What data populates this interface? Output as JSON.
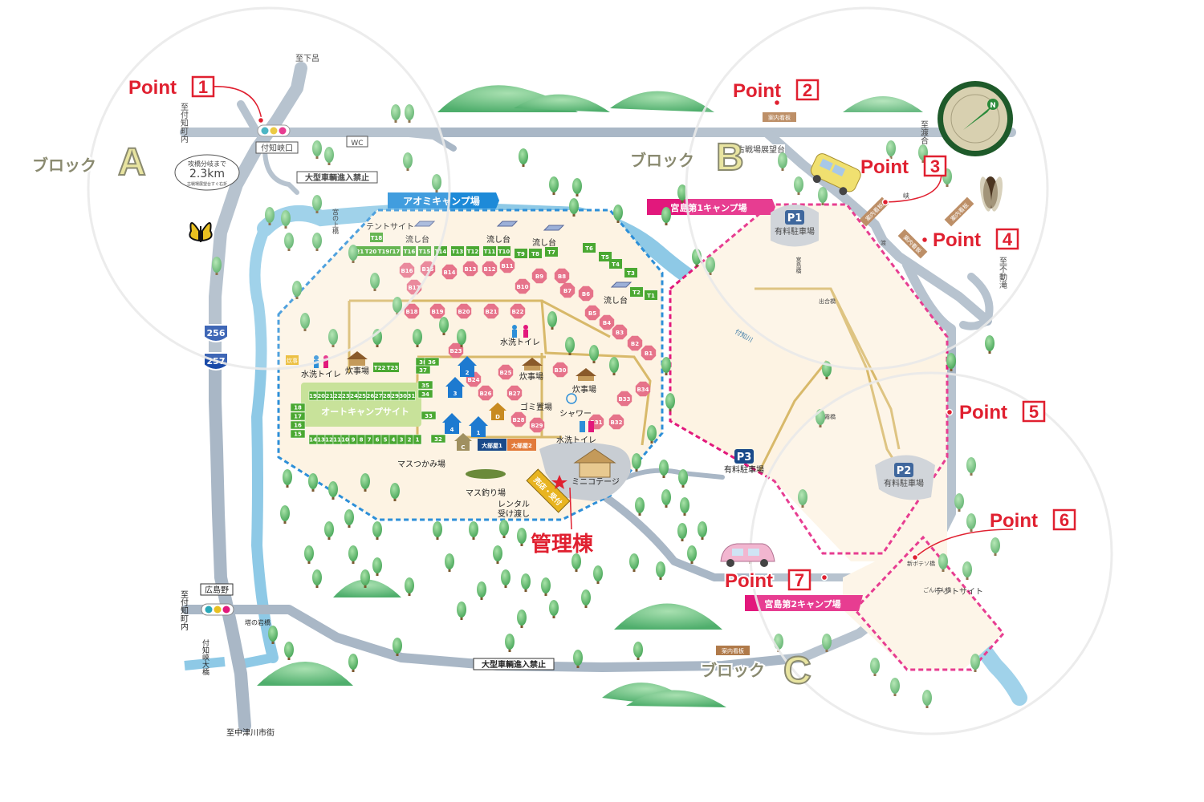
{
  "points": [
    {
      "label": "Point",
      "num": "1"
    },
    {
      "label": "Point",
      "num": "2"
    },
    {
      "label": "Point",
      "num": "3"
    },
    {
      "label": "Point",
      "num": "4"
    },
    {
      "label": "Point",
      "num": "5"
    },
    {
      "label": "Point",
      "num": "6"
    },
    {
      "label": "Point",
      "num": "7"
    }
  ],
  "blocks": [
    {
      "prefix": "ブロック",
      "letter": "A"
    },
    {
      "prefix": "ブロック",
      "letter": "B"
    },
    {
      "prefix": "ブロック",
      "letter": "C"
    }
  ],
  "camps": {
    "aomi": "アオミキャンプ場",
    "miyajima1": "宮島第1キャンプ場",
    "miyajima2": "宮島第2キャンプ場"
  },
  "admin": "管理棟",
  "autocamp": "オートキャンプサイト",
  "tentsite_top": "テントサイト",
  "tentsite_right": "テントサイト",
  "ministage": "ミニコテージ",
  "masu_catch": "マスつかみ場",
  "masu_fish": "マス釣り場",
  "rental": "レンタル",
  "rental2": "受け渡し",
  "shop": "売店・受付",
  "shower": "シャワー",
  "gomi": "ゴミ置場",
  "suisen1": "水洗トイレ",
  "suisen2": "水洗トイレ",
  "suisen3": "水洗トイレ",
  "suiji1": "炊事場",
  "suiji2": "炊事場",
  "suiji3": "炊事場",
  "nagashi1": "流し台",
  "nagashi2": "流し台",
  "nagashi3": "流し台",
  "nagashi4": "流し台",
  "daibeya1": "大部屋1",
  "daibeya2": "大部屋2",
  "kanko": "炊事",
  "parking": [
    {
      "code": "P1",
      "text": "有料駐車場"
    },
    {
      "code": "P2",
      "text": "有料駐車場"
    },
    {
      "code": "P3",
      "text": "有料駐車場"
    }
  ],
  "roads": {
    "to_shimoro": "至下呂",
    "to_tsukechi_top": "至付知町内",
    "to_tsukechi_bottom": "至付知町内",
    "to_nakatsugawa": "至中津川市街",
    "to_ura": "至渡合",
    "to_fudo": "至不動滝",
    "kouhou_line1": "攻橋分岐まで",
    "kouhou_km": "2.3km",
    "kouhou_line3": "古戦場展望台すぐ右折",
    "tsukechikyo_guchi": "付知峡口",
    "hiroshimano": "広島野",
    "no_large1": "大型車輌進入禁止",
    "no_large2": "大型車輌進入禁止",
    "miyanoue": "宮の上橋",
    "tonoiwa": "塔の岩橋",
    "tsukechi_ohashi": "付知峡大橋",
    "kosenjo": "古戦場展望台",
    "wc": "WC",
    "guide1": "案内看板",
    "guide2": "案内看板",
    "guide3": "案内看板",
    "guide4": "案内看板",
    "guide5": "案内看板",
    "tsukechi_river": "付知川",
    "r256": "256",
    "r257": "257",
    "bridge1": "宮島橋",
    "bridge2": "出合橋",
    "bridge3": "朝霧橋",
    "bridge4": "ごんげん橋",
    "bridge5": "新ボテソ橋",
    "watari": "渡",
    "kyo": "峡"
  },
  "b_sites": [
    "B1",
    "B2",
    "B3",
    "B4",
    "B5",
    "B6",
    "B7",
    "B8",
    "B9",
    "B10",
    "B11",
    "B12",
    "B13",
    "B14",
    "B15",
    "B16",
    "B17",
    "B18",
    "B19",
    "B20",
    "B21",
    "B22",
    "B23",
    "B24",
    "B25",
    "B26",
    "B27",
    "B28",
    "B29",
    "B30",
    "B31",
    "B32",
    "B33",
    "B34"
  ],
  "t_sites": [
    "T1",
    "T2",
    "T3",
    "T4",
    "T5",
    "T6",
    "T7",
    "T8",
    "T9",
    "T10",
    "T11",
    "T12",
    "T13",
    "T14",
    "T15",
    "T16",
    "T17",
    "T18",
    "T19",
    "T20",
    "T21",
    "T22",
    "T23"
  ],
  "auto_top": [
    "19",
    "20",
    "21",
    "22",
    "23",
    "24",
    "25",
    "26",
    "27",
    "28",
    "29",
    "30",
    "31"
  ],
  "auto_bottom": [
    "14",
    "13",
    "12",
    "11",
    "10",
    "9",
    "8",
    "7",
    "6",
    "5",
    "4",
    "3",
    "2",
    "1"
  ],
  "auto_left": [
    "18",
    "17",
    "16",
    "15"
  ],
  "auto_right": [
    "38",
    "37",
    "36",
    "35",
    "34",
    "33",
    "32"
  ],
  "cabins": [
    "1",
    "2",
    "3",
    "4"
  ],
  "cabin_c": "C",
  "cabin_d": "D",
  "colors": {
    "road": "#a9b7c6",
    "river": "#8ec9e6",
    "site_bg": "#fdf3e3",
    "aomi_border": "#2d8fd8",
    "miyajima_border": "#e2187c",
    "b_site": "#e6738a",
    "t_site": "#4aa832",
    "point_red": "#e02030",
    "mountain": "#6cc186"
  }
}
